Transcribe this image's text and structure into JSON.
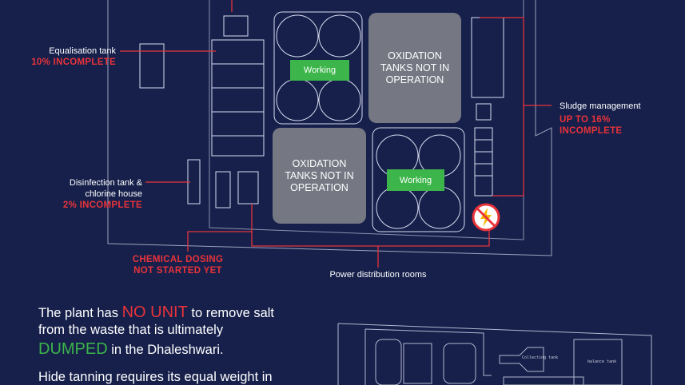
{
  "labels": {
    "equalisation": {
      "name": "Equalisation tank",
      "status": "10% INCOMPLETE"
    },
    "disinfection": {
      "name_line1": "Disinfection tank &",
      "name_line2": "chlorine house",
      "status": "2% INCOMPLETE"
    },
    "sludge": {
      "name": "Sludge management",
      "status_line1": "UP TO 16%",
      "status_line2": "INCOMPLETE"
    },
    "chemical": {
      "line1": "CHEMICAL DOSING",
      "line2": "NOT STARTED YET"
    },
    "power": "Power distribution rooms"
  },
  "tanks": {
    "working_label": "Working",
    "not_operating_line1": "OXIDATION",
    "not_operating_line2": "TANKS NOT IN",
    "not_operating_line3": "OPERATION"
  },
  "text": {
    "p1_a": "The plant has ",
    "p1_b": "NO UNIT",
    "p1_c": " to remove salt",
    "p1_d": "from the waste that is ultimately",
    "p1_e": "DUMPED",
    "p1_f": " in the Dhaleshwari.",
    "p2": "Hide tanning requires its equal weight in"
  },
  "blueprint2": {
    "collecting": "Collecting tank",
    "balance": "balance tank"
  },
  "icons": {
    "no_power": "no-electricity-icon"
  },
  "colors": {
    "background": "#16204b",
    "alert": "#e8333a",
    "working": "#3cb54a",
    "lines": "#d8dcf0"
  }
}
